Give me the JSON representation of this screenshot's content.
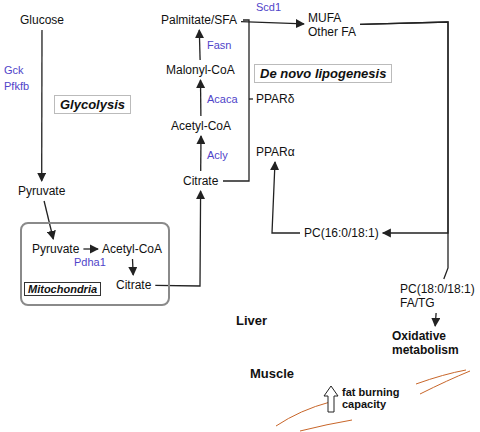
{
  "diagram": {
    "nodes": [
      {
        "text": [
          "Liver"
        ]
      },
      {
        "text": [
          "Glucose"
        ],
        "in": 0
      },
      {
        "text": [
          "Glycolysis"
        ],
        "in": 0
      },
      {
        "text": [
          "Pyruvate"
        ],
        "in": 0
      },
      {
        "text": [
          "Mitochondria"
        ],
        "in": 0
      },
      {
        "text": [
          "Pyruvate"
        ],
        "in": 4
      },
      {
        "text": [
          "Acetyl-CoA"
        ],
        "in": 4
      },
      {
        "text": [
          "Citrate"
        ],
        "in": 4
      },
      {
        "text": [
          "Citrate"
        ],
        "in": 0
      },
      {
        "text": [
          "Acetyl-CoA"
        ],
        "in": 0
      },
      {
        "text": [
          "Malonyl-CoA"
        ],
        "in": 0
      },
      {
        "text": [
          "Palmitate/SFA"
        ],
        "in": 0
      },
      {
        "text": [
          "De novo lipogenesis"
        ],
        "in": 0
      },
      {
        "text": [
          "MUFA",
          "Other FA"
        ],
        "in": 0
      },
      {
        "text": [
          "PPARδ"
        ],
        "in": 0
      },
      {
        "text": [
          "PPARα"
        ],
        "in": 0
      },
      {
        "text": [
          "PC(16:0/18:1)"
        ]
      },
      {
        "text": [
          "PC(18:0/18:1)",
          "FA/TG"
        ]
      },
      {
        "text": [
          "Muscle",
          "fat burning capacity"
        ]
      },
      {
        "text": [
          "Oxidative metabolism"
        ],
        "in": 18
      }
    ],
    "edges": [
      {
        "from": 1,
        "to": 3,
        "arrow": "to"
      },
      {
        "from": 3,
        "to": 5,
        "arrow": "to"
      },
      {
        "from": 5,
        "to": 6,
        "arrow": "to"
      },
      {
        "from": 6,
        "to": 7,
        "arrow": "to"
      },
      {
        "from": 7,
        "to": 8,
        "arrow": "to"
      },
      {
        "from": 8,
        "to": 9,
        "arrow": "to"
      },
      {
        "from": 9,
        "to": 10,
        "arrow": "to"
      },
      {
        "from": 10,
        "to": 11,
        "arrow": "to"
      },
      {
        "from": 11,
        "to": 13,
        "arrow": "to"
      },
      {
        "from": 13,
        "to": 16,
        "arrow": "to"
      },
      {
        "from": 13,
        "to": 17,
        "arrow": "none"
      },
      {
        "from": 17,
        "to": 19,
        "arrow": "to"
      },
      {
        "from": 16,
        "to": 15,
        "arrow": "to"
      }
    ],
    "labels": [
      "Gck",
      "Pfkfb",
      "Pdha1",
      "Acly",
      "Acaca",
      "Fasn",
      "Scd1"
    ]
  }
}
